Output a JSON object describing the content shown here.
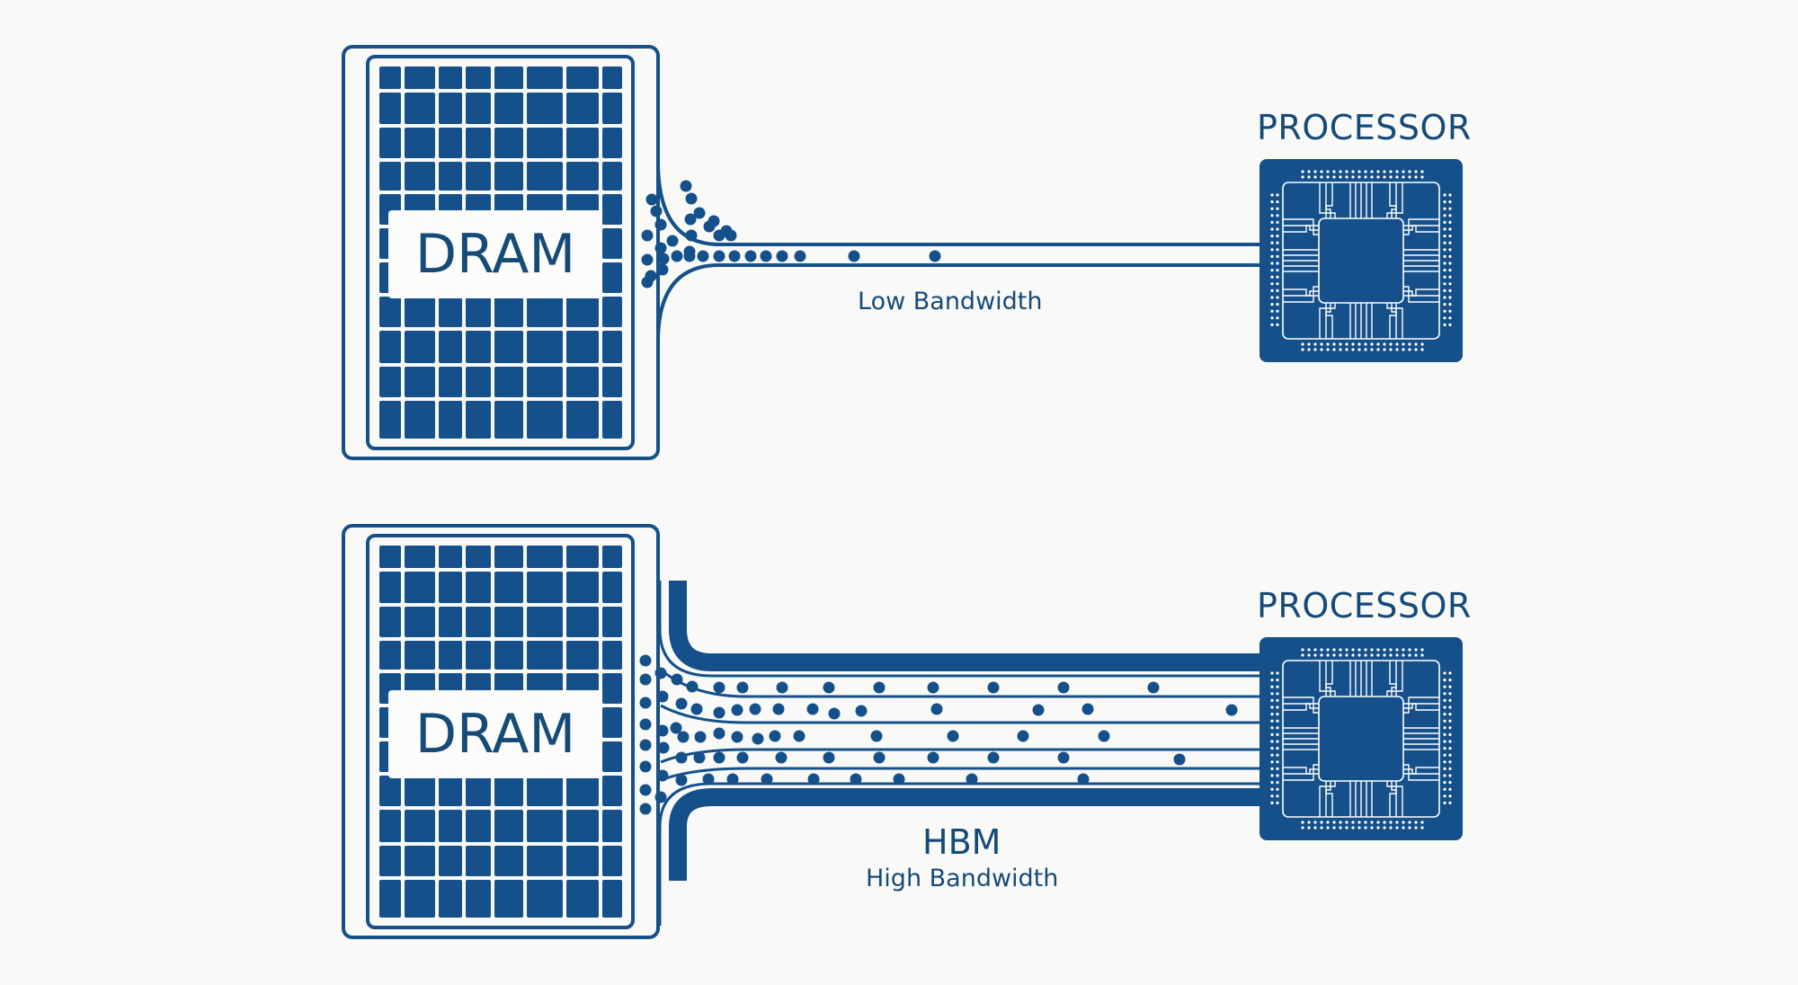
{
  "colors": {
    "primary": "#15508a",
    "background": "#f9faf8",
    "text": "#164a78"
  },
  "top_diagram": {
    "memory_label": "DRAM",
    "processor_label": "PROCESSOR",
    "channel_label": "Low Bandwidth",
    "lane_count": 1
  },
  "bottom_diagram": {
    "memory_label": "DRAM",
    "processor_label": "PROCESSOR",
    "channel_title": "HBM",
    "channel_label": "High Bandwidth",
    "lane_count": 5
  }
}
